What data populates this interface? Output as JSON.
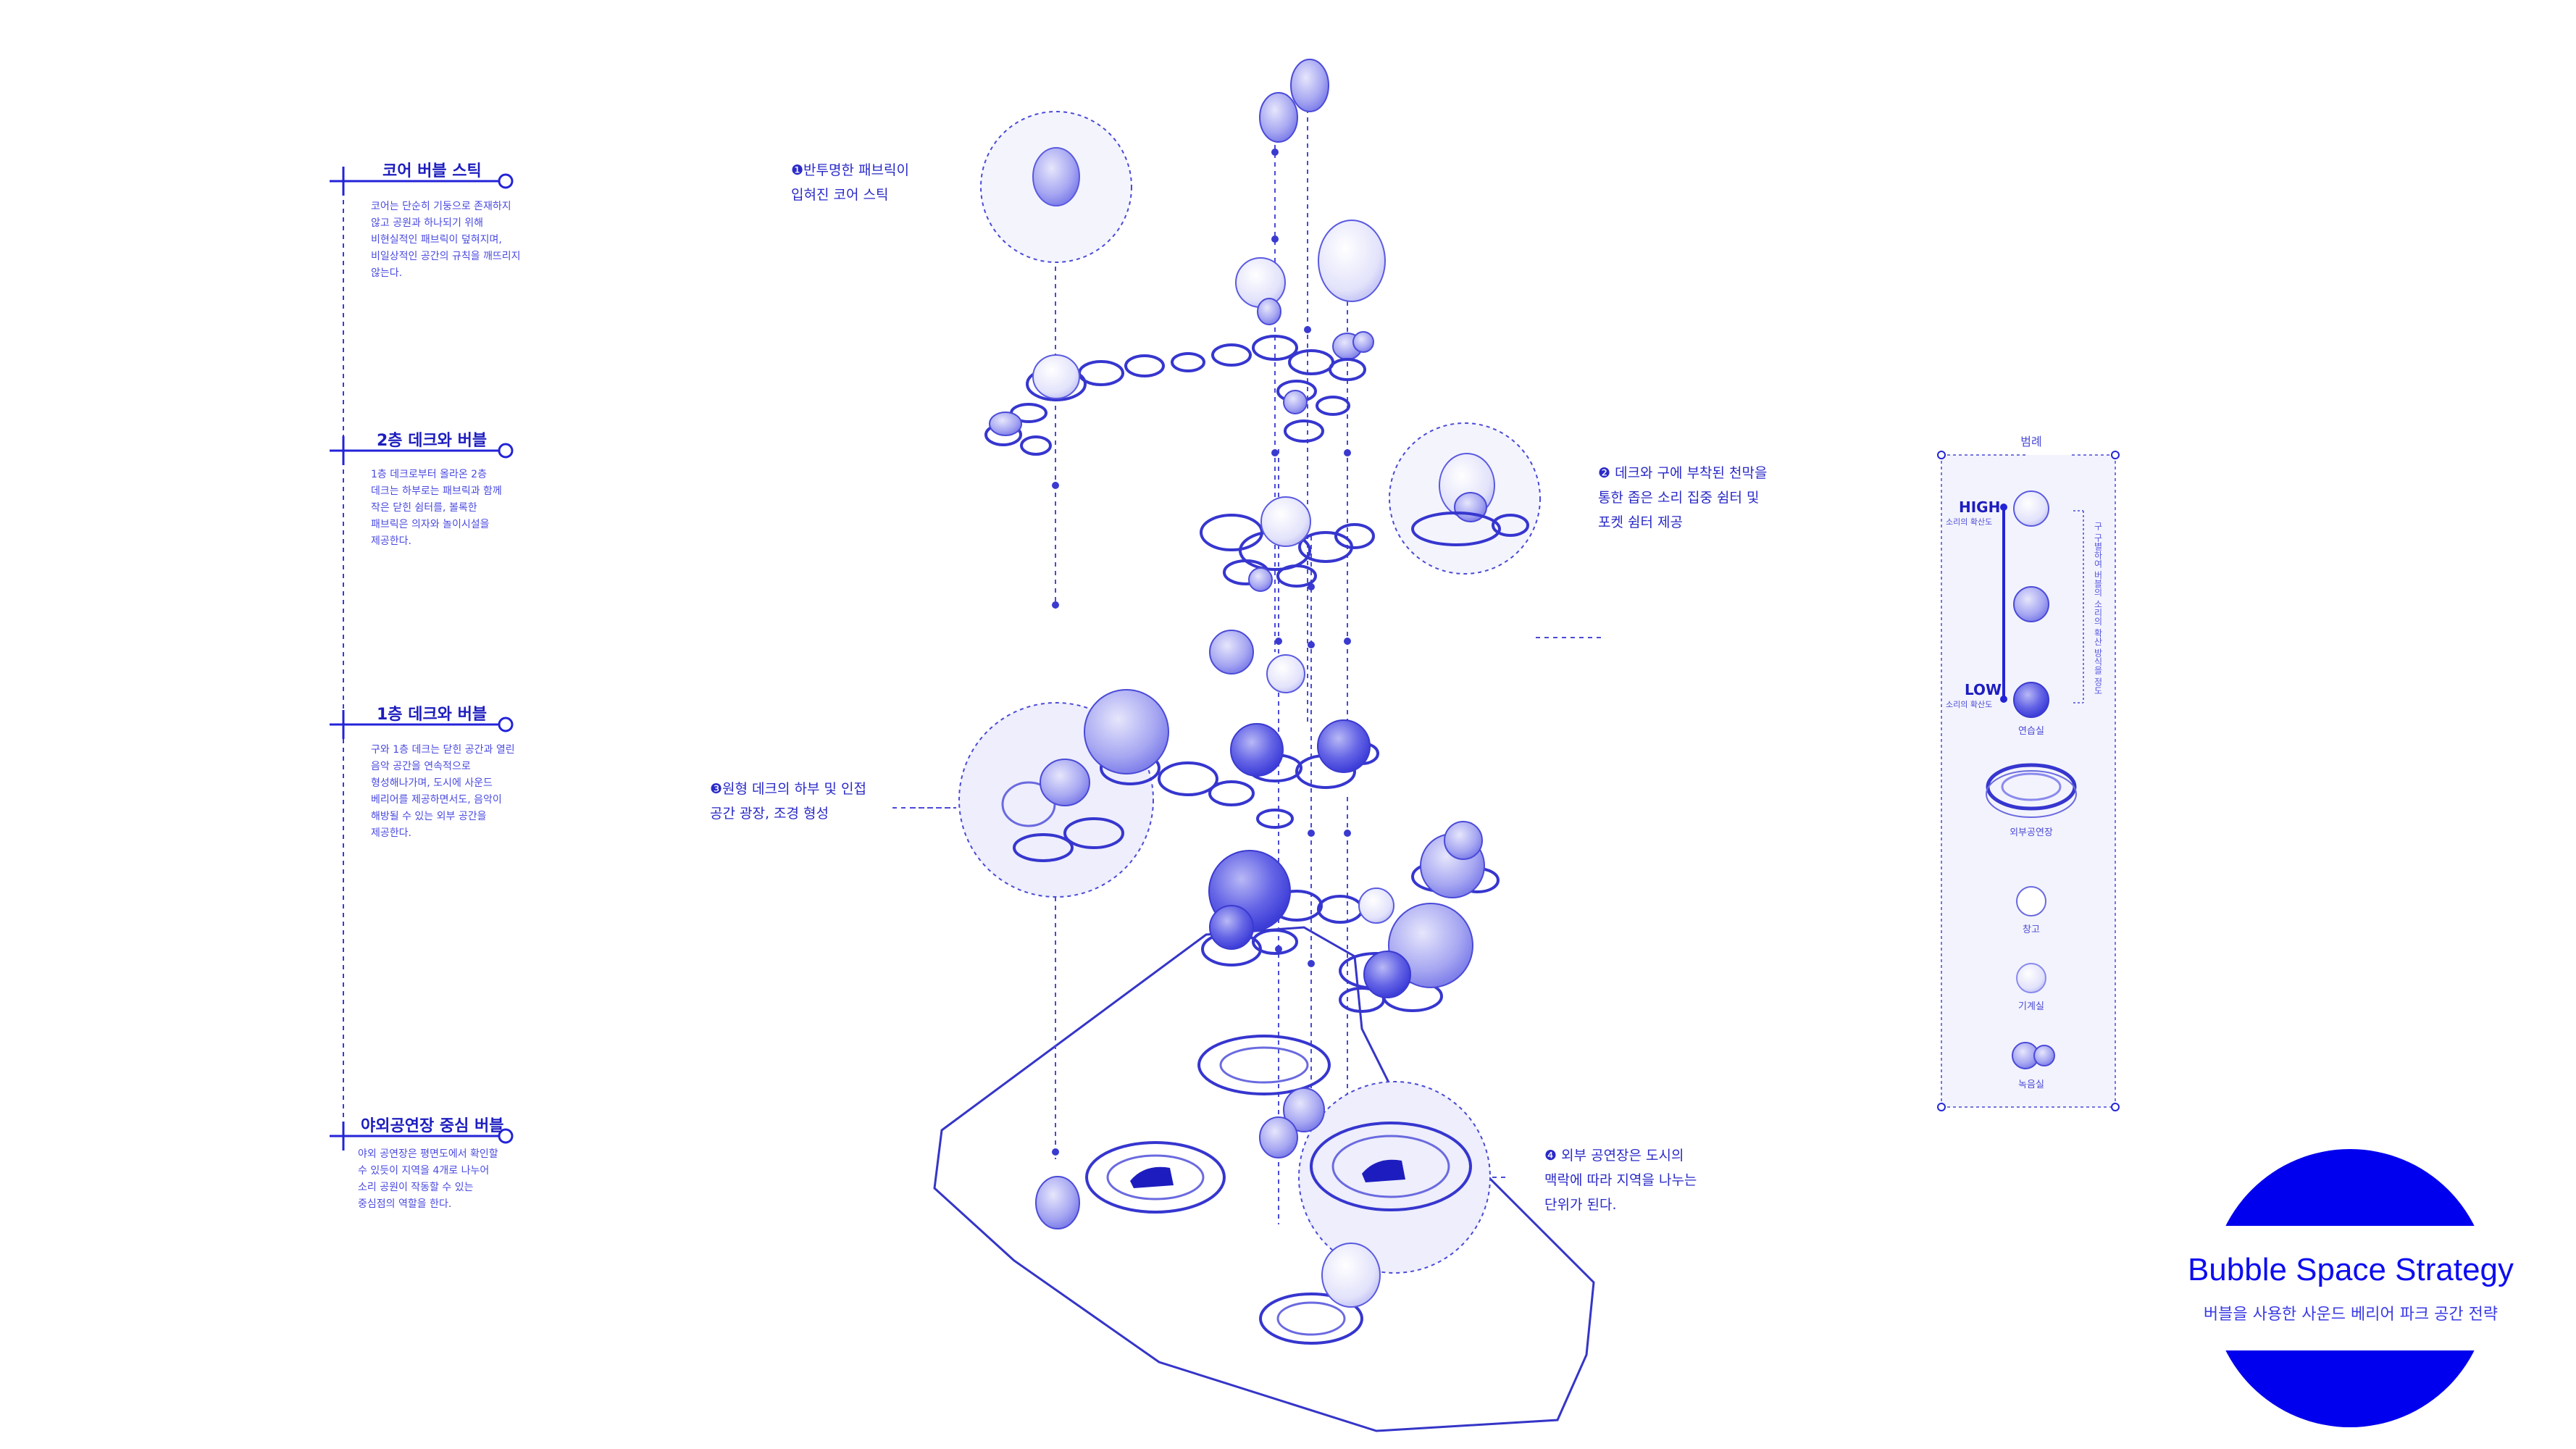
{
  "left_panel": {
    "sections": [
      {
        "title": "코어 버블 스틱",
        "body": "코어는 단순히 기둥으로 존재하지\n않고 공원과 하나되기 위해\n비현실적인 패브릭이 덮혀지며,\n비일상적인 공간의 규칙을 깨뜨리지\n않는다."
      },
      {
        "title": "2층 데크와 버블",
        "body": "1층 데크로부터 올라온 2층\n데크는 하부로는 패브릭과 함께\n작은 닫힌 쉼터를, 볼록한\n패브릭은 의자와 놀이시설을\n제공한다."
      },
      {
        "title": "1층 데크와 버블",
        "body": "구와 1층 데크는 닫힌 공간과 열린\n음악 공간을 연속적으로\n형성해나가며, 도시에 사운드\n베리어를 제공하면서도, 음악이\n해방될 수 있는 외부 공간을\n제공한다."
      },
      {
        "title": "야외공연장 중심 버블",
        "body": "야외 공연장은 평면도에서 확인할\n수 있듯이 지역을 4개로 나누어\n소리 공원이 작동할 수 있는\n중심점의 역할을 한다."
      }
    ]
  },
  "callouts": [
    {
      "number": "❶",
      "text": "반투명한 패브릭이\n입혀진 코어 스틱"
    },
    {
      "number": "❷",
      "text": "데크와 구에 부착된 천막을\n통한 좁은 소리 집중 쉼터 및\n포켓 쉼터 제공"
    },
    {
      "number": "❸",
      "text": "원형 데크의 하부 및 인접\n공간 광장, 조경 형성"
    },
    {
      "number": "❹",
      "text": "외부 공연장은 도시의\n맥락에 따라 지역을 나누는\n단위가 된다."
    }
  ],
  "legend": {
    "title": "범례",
    "high_label": "HIGH",
    "high_sub": "소리의 확산도",
    "low_label": "LOW",
    "low_sub": "소리의 확산도",
    "vertical_note": "구 구별하여 버블의 소리의 확산 방식을 정도",
    "items": [
      {
        "label": "연습실"
      },
      {
        "label": "외부공연장"
      },
      {
        "label": "창고"
      },
      {
        "label": "기계실"
      },
      {
        "label": "녹음실"
      }
    ]
  },
  "brand": {
    "title": "Bubble Space Strategy",
    "subtitle": "버블을 사용한 사운드 베리어 파크 공간 전략"
  },
  "colors": {
    "primary": "#2323d8",
    "brand_blue": "#0d0df0",
    "bubble_dark": "#5050e0",
    "bubble_mid": "#8a8aee",
    "bubble_light": "#d8d8fa",
    "panel_bg": "#f3f3fd"
  }
}
